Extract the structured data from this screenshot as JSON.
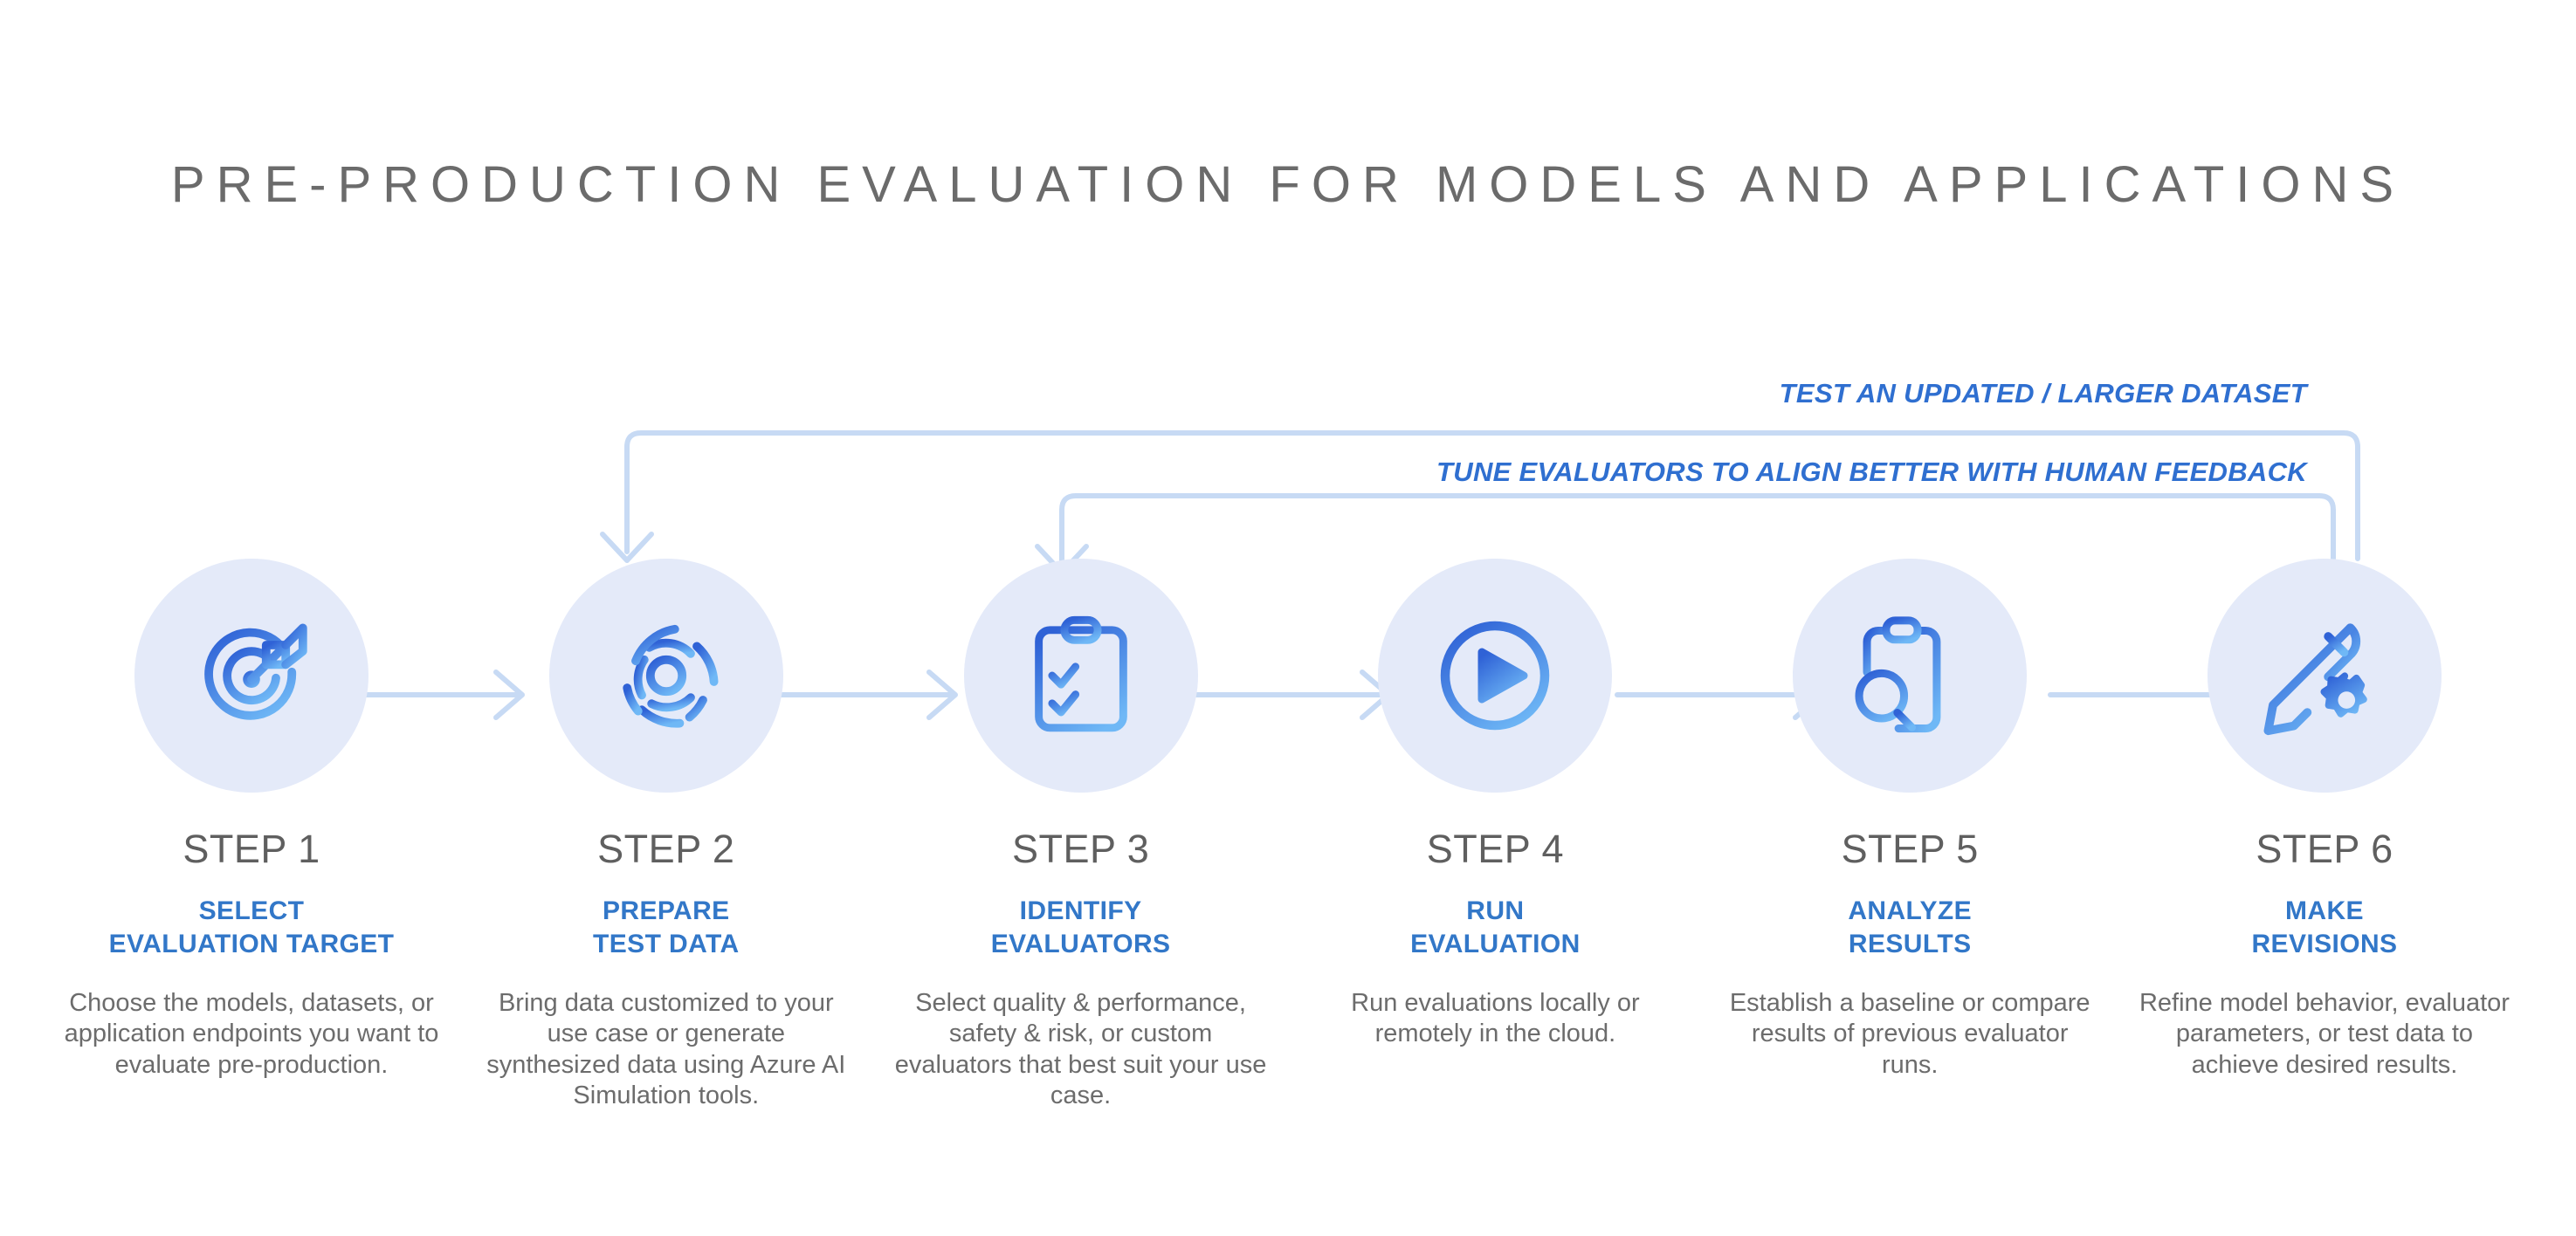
{
  "header": {
    "title": "PRE-PRODUCTION EVALUATION FOR MODELS AND APPLICATIONS"
  },
  "colors": {
    "title_gray": "#6b6b6b",
    "accent_blue": "#3277c8",
    "loop_label_blue": "#2f6fd0",
    "circle_fill": "#e4eaf9",
    "connector_blue": "#c7daf4",
    "icon_gradient_start": "#2f62d6",
    "icon_gradient_end": "#63b0f2",
    "body_gray": "#6c6c6c"
  },
  "feedback_loops": [
    {
      "id": "loop-dataset",
      "label": "TEST AN UPDATED / LARGER DATASET",
      "from_step": 6,
      "to_step": 2
    },
    {
      "id": "loop-evaluators",
      "label": "TUNE EVALUATORS TO ALIGN BETTER WITH HUMAN FEEDBACK",
      "from_step": 6,
      "to_step": 3
    }
  ],
  "steps": [
    {
      "number": "STEP 1",
      "subtitle": "SELECT\nEVALUATION TARGET",
      "subtitle_lines": [
        "SELECT",
        "EVALUATION TARGET"
      ],
      "description": "Choose the models, datasets, or application endpoints you want to evaluate pre-production.",
      "icon": "target-arrow-icon"
    },
    {
      "number": "STEP 2",
      "subtitle": "PREPARE\nTEST DATA",
      "subtitle_lines": [
        "PREPARE",
        "TEST DATA"
      ],
      "description": "Bring data customized to your use case or generate synthesized data using Azure AI Simulation tools.",
      "icon": "concentric-arcs-icon"
    },
    {
      "number": "STEP 3",
      "subtitle": "IDENTIFY\nEVALUATORS",
      "subtitle_lines": [
        "IDENTIFY",
        "EVALUATORS"
      ],
      "description": "Select quality & performance, safety & risk, or custom evaluators that best suit your use case.",
      "icon": "clipboard-checklist-icon"
    },
    {
      "number": "STEP 4",
      "subtitle": "RUN\nEVALUATION",
      "subtitle_lines": [
        "RUN",
        "EVALUATION"
      ],
      "description": "Run evaluations locally or remotely in the cloud.",
      "icon": "play-circle-icon"
    },
    {
      "number": "STEP 5",
      "subtitle": "ANALYZE\nRESULTS",
      "subtitle_lines": [
        "ANALYZE",
        "RESULTS"
      ],
      "description": "Establish a baseline or compare results of previous evaluator runs.",
      "icon": "clipboard-search-icon"
    },
    {
      "number": "STEP 6",
      "subtitle": "MAKE\nREVISIONS",
      "subtitle_lines": [
        "MAKE",
        "REVISIONS"
      ],
      "description": "Refine model behavior, evaluator parameters, or test data to achieve desired results.",
      "icon": "pencil-gear-icon"
    }
  ]
}
